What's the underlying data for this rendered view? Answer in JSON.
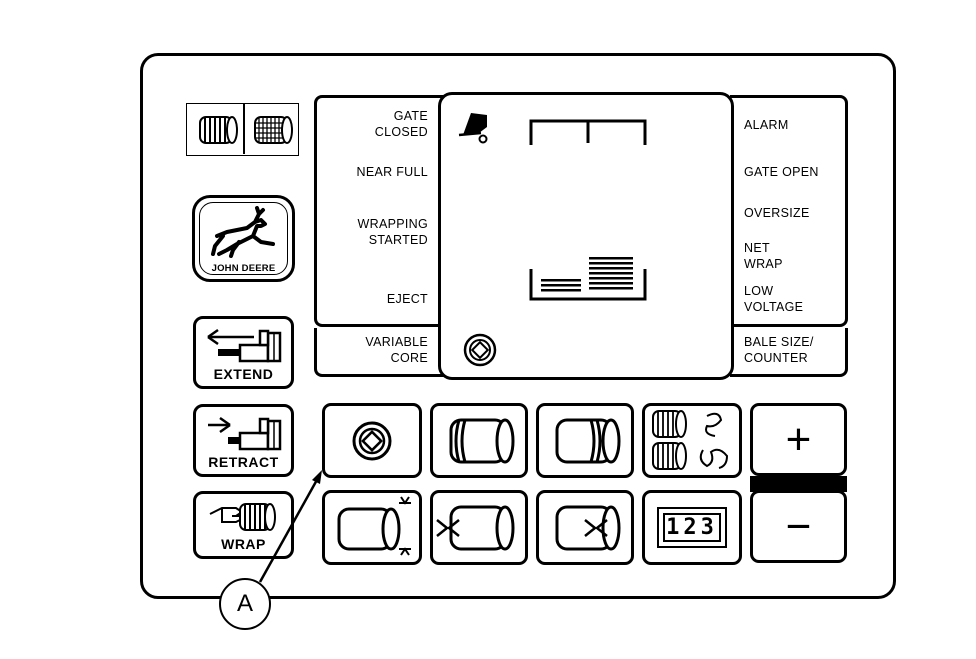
{
  "panel": {
    "left_labels": {
      "gate_closed": "GATE\nCLOSED",
      "near_full": "NEAR FULL",
      "wrapping_started": "WRAPPING\nSTARTED",
      "eject": "EJECT",
      "variable_core": "VARIABLE\nCORE"
    },
    "right_labels": {
      "alarm": "ALARM",
      "gate_open": "GATE OPEN",
      "oversize": "OVERSIZE",
      "net_wrap": "NET\nWRAP",
      "low_voltage": "LOW\nVOLTAGE",
      "bale_size_counter": "BALE SIZE/\nCOUNTER"
    },
    "logo_text": "JOHN DEERE",
    "buttons": {
      "extend": "EXTEND",
      "retract": "RETRACT",
      "wrap": "WRAP"
    },
    "counter_digits": "123",
    "plus": "+",
    "minus": "−",
    "callout": "A"
  },
  "icons": [
    "bale-twine-icon",
    "bale-net-icon",
    "john-deere-deer-icon",
    "gate-icon",
    "variable-core-icon",
    "bale-icon",
    "cylinder-extend-icon",
    "cylinder-retract-icon",
    "wrap-hand-icon"
  ]
}
